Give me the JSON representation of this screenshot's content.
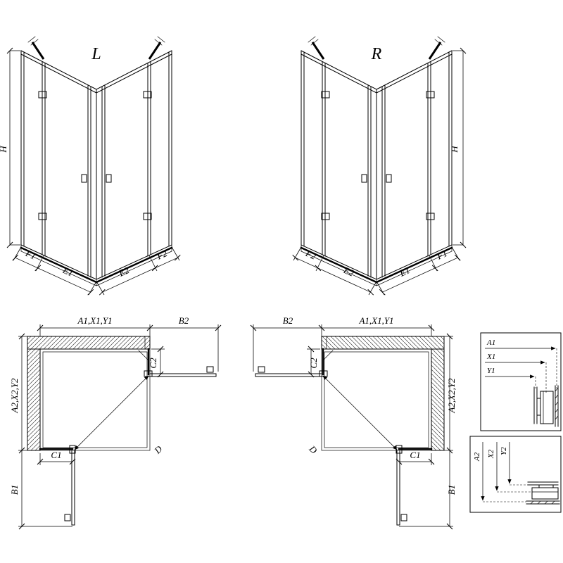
{
  "iso_left": {
    "title": "L",
    "height_label": "H",
    "bottom_left": [
      "F1",
      "E1"
    ],
    "bottom_right": [
      "E2",
      "F2"
    ]
  },
  "iso_right": {
    "title": "R",
    "height_label": "H",
    "bottom_left": [
      "F2",
      "E2"
    ],
    "bottom_right": [
      "E1",
      "F1"
    ]
  },
  "plan_left": {
    "top_left_dim": "A1,X1,Y1",
    "top_right_dim": "B2",
    "left_dim": "A2,X2,Y2",
    "bottom_left_dim": "B1",
    "c1": "C1",
    "c2": "C2",
    "diag": "D"
  },
  "plan_right": {
    "top_left_dim": "B2",
    "top_right_dim": "A1,X1,Y1",
    "right_dim": "A2,X2,Y2",
    "bottom_right_dim": "B1",
    "c1": "C1",
    "c2": "C2",
    "diag": "D"
  },
  "detail_top": {
    "dims": [
      "A1",
      "X1",
      "Y1"
    ]
  },
  "detail_bottom": {
    "dims": [
      "A2",
      "X2",
      "Y2"
    ]
  }
}
